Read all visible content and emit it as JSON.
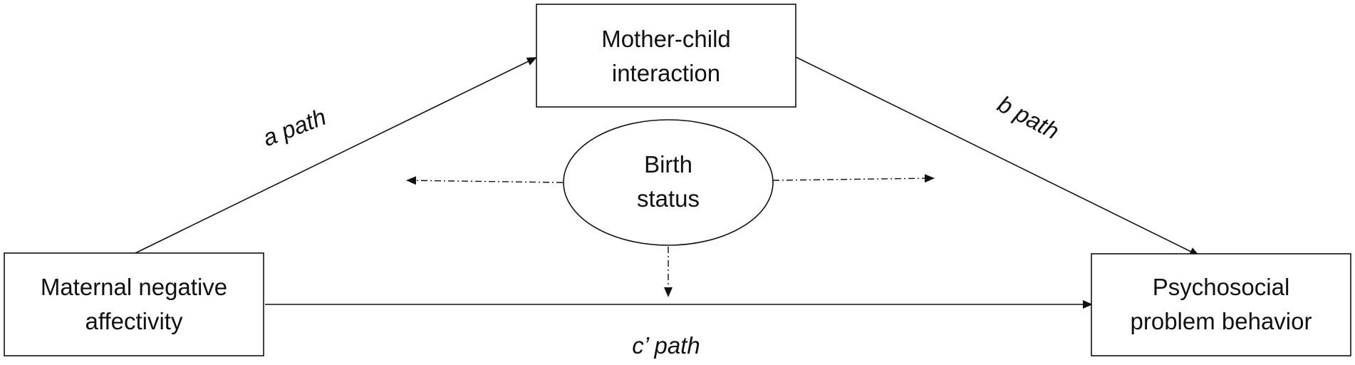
{
  "nodes": {
    "mediator": {
      "line1": "Mother-child",
      "line2": "interaction"
    },
    "predictor": {
      "line1": "Maternal negative",
      "line2": "affectivity"
    },
    "outcome": {
      "line1": "Psychosocial",
      "line2": "problem behavior"
    },
    "moderator": {
      "line1": "Birth",
      "line2": "status"
    }
  },
  "paths": {
    "a": "a path",
    "b": "b path",
    "c": "c’ path"
  }
}
